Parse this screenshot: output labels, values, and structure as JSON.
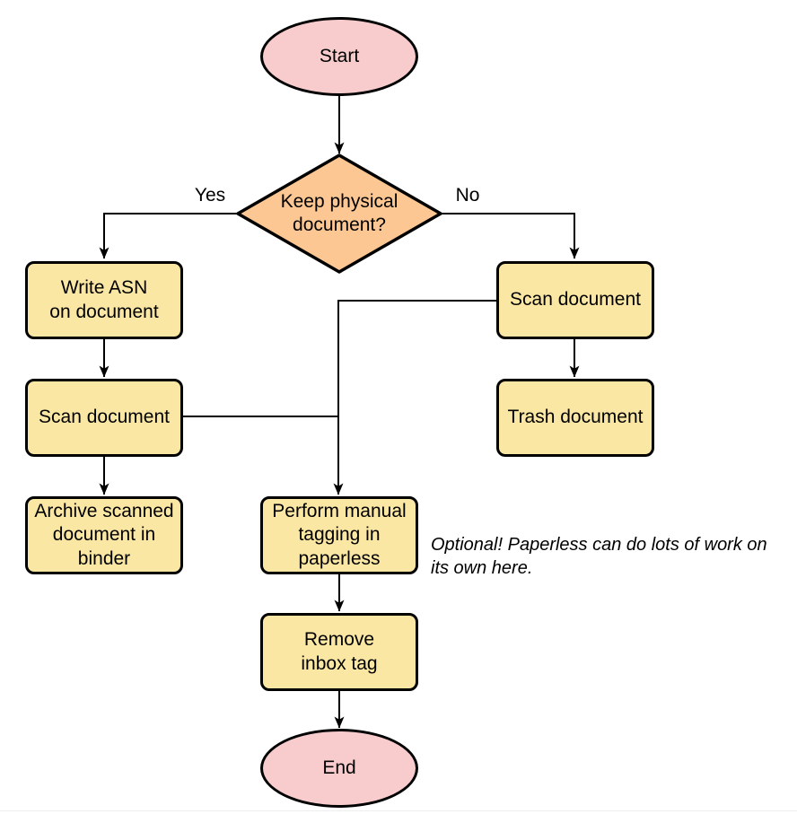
{
  "diagram": {
    "type": "flowchart",
    "nodes": {
      "start": {
        "shape": "terminator",
        "lines": [
          "Start"
        ]
      },
      "decision": {
        "shape": "decision",
        "lines": [
          "Keep physical",
          "document?"
        ]
      },
      "write_asn": {
        "shape": "process",
        "lines": [
          "Write ASN",
          "on document"
        ]
      },
      "scan_left": {
        "shape": "process",
        "lines": [
          "Scan document"
        ]
      },
      "archive": {
        "shape": "process",
        "lines": [
          "Archive scanned",
          "document in",
          "binder"
        ]
      },
      "scan_right": {
        "shape": "process",
        "lines": [
          "Scan document"
        ]
      },
      "trash": {
        "shape": "process",
        "lines": [
          "Trash document"
        ]
      },
      "tagging": {
        "shape": "process",
        "lines": [
          "Perform manual",
          "tagging in",
          "paperless"
        ]
      },
      "remove_inbox": {
        "shape": "process",
        "lines": [
          "Remove",
          "inbox tag"
        ]
      },
      "end": {
        "shape": "terminator",
        "lines": [
          "End"
        ]
      }
    },
    "edge_labels": {
      "yes": "Yes",
      "no": "No"
    },
    "annotation": "Optional! Paperless can do lots of work on its own here.",
    "colors": {
      "terminator_fill": "#f8cccc",
      "decision_fill": "#fdc793",
      "process_fill": "#fbe7a4",
      "stroke": "#000000",
      "background": "#ffffff"
    }
  }
}
